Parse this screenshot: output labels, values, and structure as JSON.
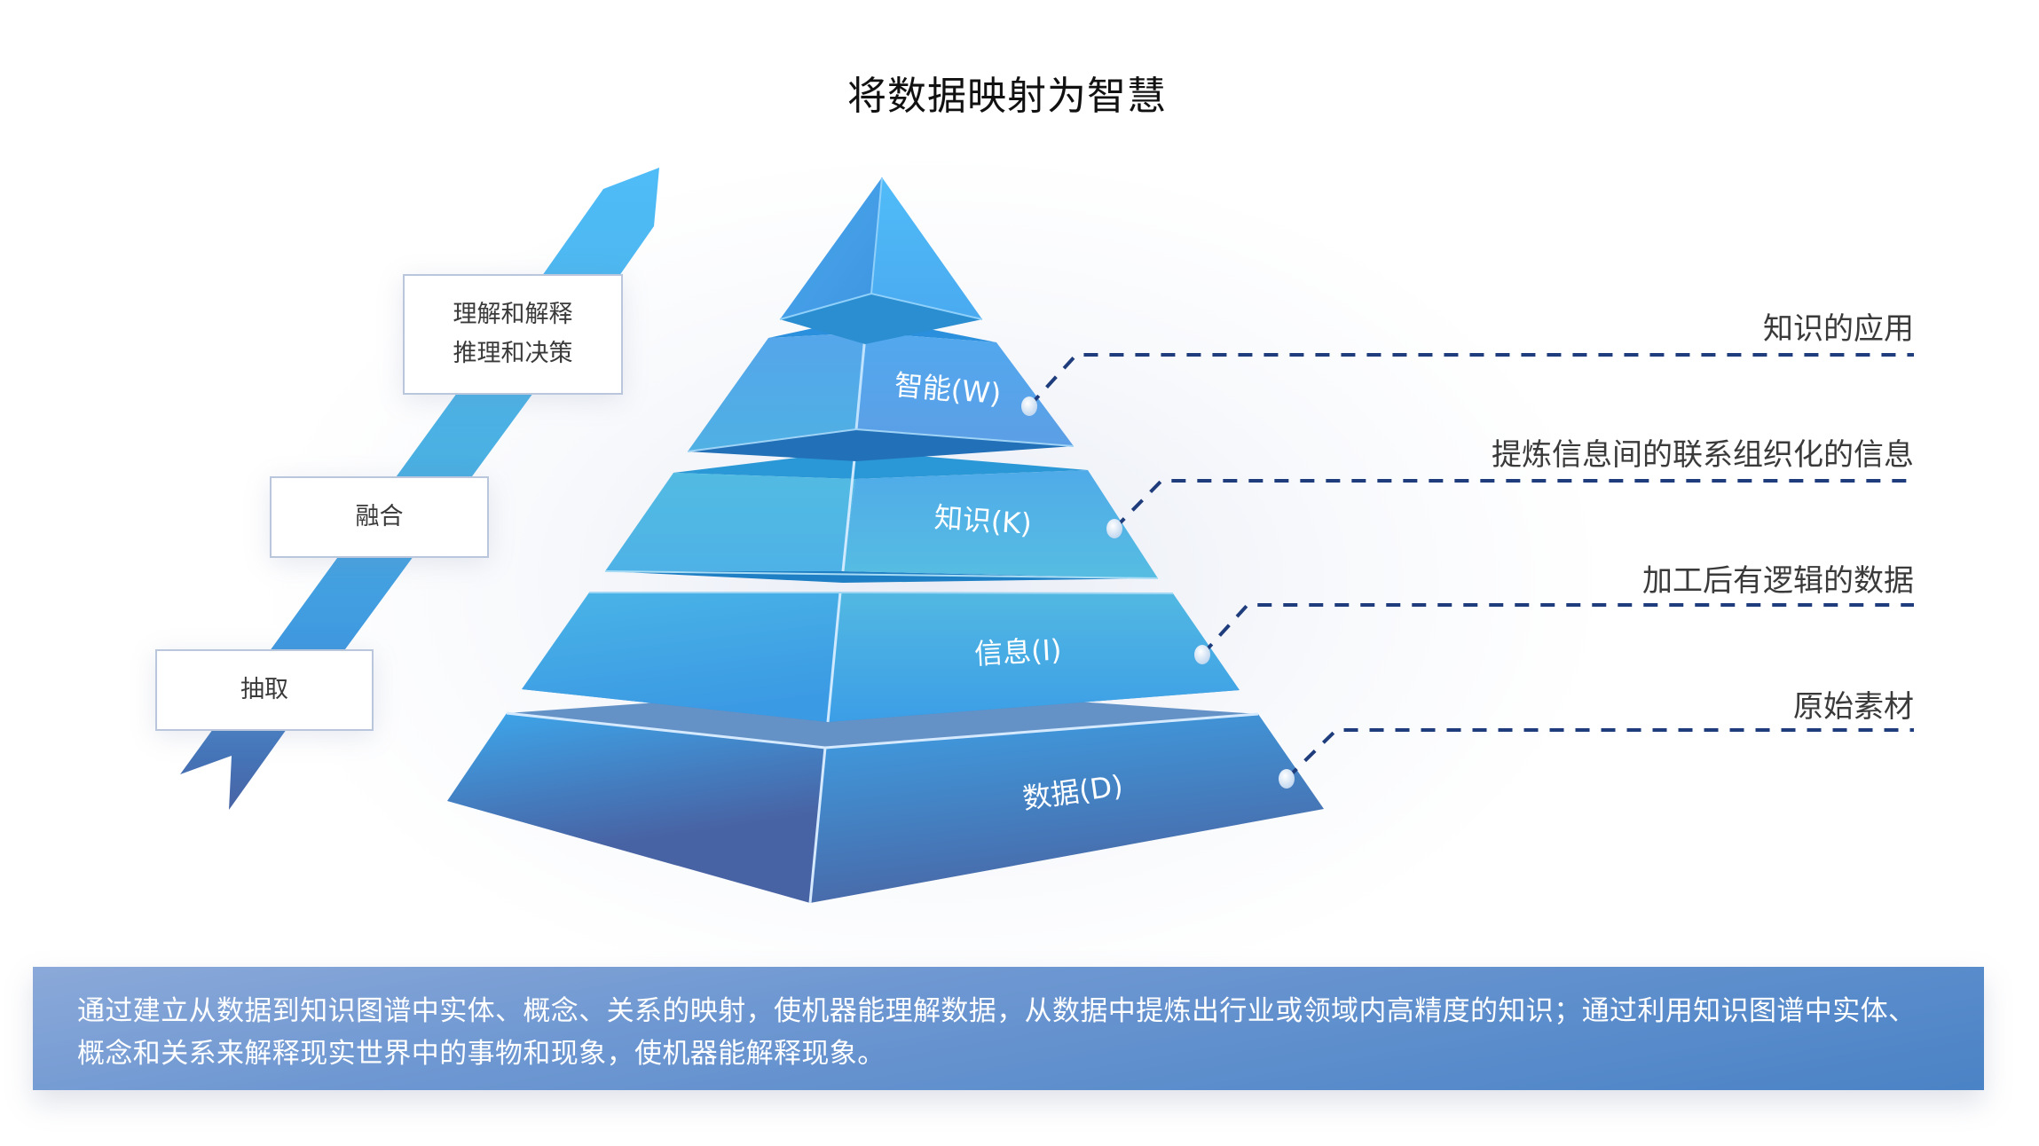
{
  "title": "将数据映射为智慧",
  "process_steps": [
    {
      "label_lines": [
        "理解和解释",
        "推理和决策"
      ]
    },
    {
      "label_lines": [
        "融合"
      ]
    },
    {
      "label_lines": [
        "抽取"
      ]
    }
  ],
  "pyramid": {
    "tiers": [
      {
        "label": "智能(W)",
        "description": "知识的应用"
      },
      {
        "label": "知识(K)",
        "description": "提炼信息间的联系组织化的信息"
      },
      {
        "label": "信息(I)",
        "description": "加工后有逻辑的数据"
      },
      {
        "label": "数据(D)",
        "description": "原始素材"
      }
    ]
  },
  "summary": "通过建立从数据到知识图谱中实体、概念、关系的映射，使机器能理解数据，从数据中提炼出行业或领域内高精度的知识；通过利用知识图谱中实体、概念和关系来解释现实世界中的事物和现象，使机器能解释现象。",
  "colors": {
    "arrow_top": "#4fbcf8",
    "arrow_bottom": "#4863a4",
    "tier_light": "#52b8e2",
    "tier_dark": "#4863a4",
    "leader_line": "#1f3d7c",
    "panel": "#4a83c6"
  },
  "icons": {
    "arrow": "up-right-arrow-icon",
    "dot": "connector-dot-icon"
  }
}
